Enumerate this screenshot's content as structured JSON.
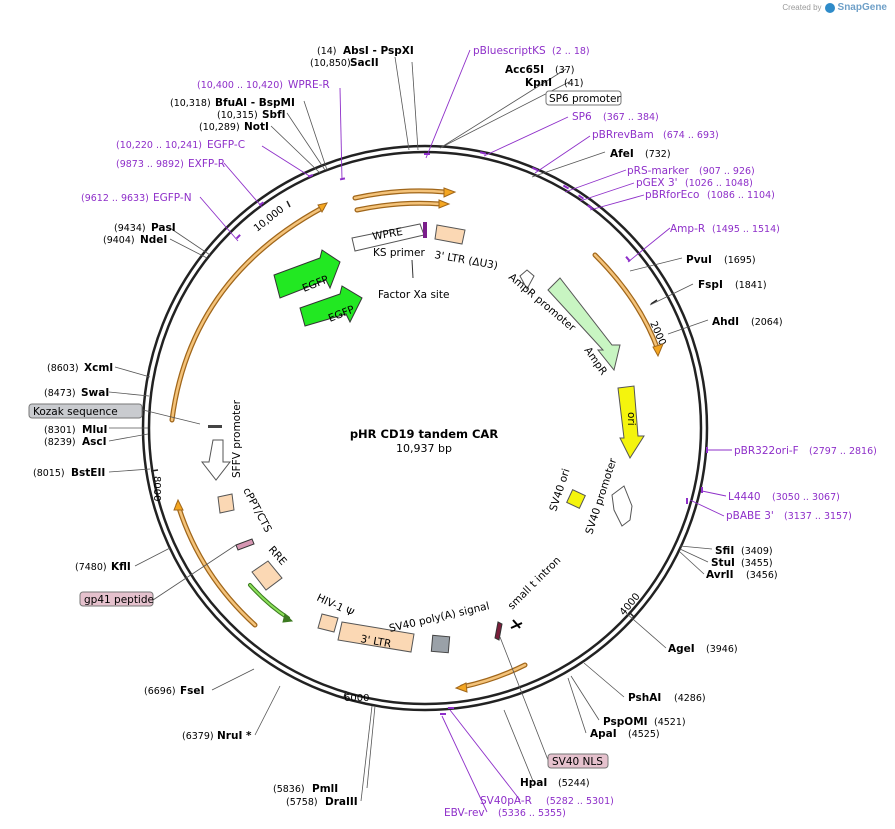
{
  "branding": {
    "created_by": "Created by",
    "name": "SnapGene"
  },
  "plasmid": {
    "name": "pHR CD19 tandem CAR",
    "length": "10,937 bp"
  },
  "ticks": [
    "2000",
    "4000",
    "6000",
    "8000",
    "10,000"
  ],
  "enzymes": [
    {
      "id": "absi-pspxi",
      "coord": "(14)",
      "name": "AbsI   - PspXI"
    },
    {
      "id": "sacii",
      "coord": "(10,850)",
      "name": "SacII"
    },
    {
      "id": "acc65i",
      "coord": "(37)",
      "name": "Acc65I"
    },
    {
      "id": "kpni",
      "coord": "(41)",
      "name": "KpnI"
    },
    {
      "id": "afei",
      "coord": "(732)",
      "name": "AfeI"
    },
    {
      "id": "pvui",
      "coord": "(1695)",
      "name": "PvuI"
    },
    {
      "id": "fspi",
      "coord": "(1841)",
      "name": "FspI"
    },
    {
      "id": "ahdi",
      "coord": "(2064)",
      "name": "AhdI"
    },
    {
      "id": "sfii",
      "coord": "(3409)",
      "name": "SfiI"
    },
    {
      "id": "stui",
      "coord": "(3455)",
      "name": "StuI"
    },
    {
      "id": "avrii",
      "coord": "(3456)",
      "name": "AvrII"
    },
    {
      "id": "agei",
      "coord": "(3946)",
      "name": "AgeI"
    },
    {
      "id": "pshai",
      "coord": "(4286)",
      "name": "PshAI"
    },
    {
      "id": "pspomi",
      "coord": "(4521)",
      "name": "PspOMI"
    },
    {
      "id": "apai",
      "coord": "(4525)",
      "name": "ApaI"
    },
    {
      "id": "hpai",
      "coord": "(5244)",
      "name": "HpaI"
    },
    {
      "id": "pmli",
      "coord": "(5836)",
      "name": "PmlI"
    },
    {
      "id": "draiii",
      "coord": "(5758)",
      "name": "DraIII"
    },
    {
      "id": "nrui",
      "coord": "(6379)",
      "name": "NruI *"
    },
    {
      "id": "fsei",
      "coord": "(6696)",
      "name": "FseI"
    },
    {
      "id": "kfli",
      "coord": "(7480)",
      "name": "KflI"
    },
    {
      "id": "bsteii",
      "coord": "(8015)",
      "name": "BstEII"
    },
    {
      "id": "asci",
      "coord": "(8239)",
      "name": "AscI"
    },
    {
      "id": "mlui",
      "coord": "(8301)",
      "name": "MluI"
    },
    {
      "id": "swai",
      "coord": "(8473)",
      "name": "SwaI"
    },
    {
      "id": "xcmi",
      "coord": "(8603)",
      "name": "XcmI"
    },
    {
      "id": "ndei",
      "coord": "(9404)",
      "name": "NdeI"
    },
    {
      "id": "pasi",
      "coord": "(9434)",
      "name": "PasI"
    },
    {
      "id": "noti",
      "coord": "(10,289)",
      "name": "NotI"
    },
    {
      "id": "sbfi",
      "coord": "(10,315)",
      "name": "SbfI"
    },
    {
      "id": "bfuai-bspmi",
      "coord": "(10,318)",
      "name": "BfuAI   - BspMI"
    }
  ],
  "primers": [
    {
      "id": "pbluescriptks",
      "name": "pBluescriptKS",
      "range": "(2 .. 18)"
    },
    {
      "id": "sp6",
      "name": "SP6",
      "range": "(367 .. 384)"
    },
    {
      "id": "pbrrevbam",
      "name": "pBRrevBam",
      "range": "(674 .. 693)"
    },
    {
      "id": "prs-marker",
      "name": "pRS-marker",
      "range": "(907 .. 926)"
    },
    {
      "id": "pgex3",
      "name": "pGEX 3'",
      "range": "(1026 .. 1048)"
    },
    {
      "id": "pbrforeco",
      "name": "pBRforEco",
      "range": "(1086 .. 1104)"
    },
    {
      "id": "amp-r",
      "name": "Amp-R",
      "range": "(1495 .. 1514)"
    },
    {
      "id": "pbr322ori-f",
      "name": "pBR322ori-F",
      "range": "(2797 .. 2816)"
    },
    {
      "id": "l4440",
      "name": "L4440",
      "range": "(3050 .. 3067)"
    },
    {
      "id": "pbabe3",
      "name": "pBABE 3'",
      "range": "(3137 .. 3157)"
    },
    {
      "id": "sv40pa-r",
      "name": "SV40pA-R",
      "range": "(5282 .. 5301)"
    },
    {
      "id": "ebv-rev",
      "name": "EBV-rev",
      "range": "(5336 .. 5355)"
    },
    {
      "id": "egfp-n",
      "name": "EGFP-N",
      "range": "(9612 .. 9633)"
    },
    {
      "id": "exfp-r",
      "name": "EXFP-R",
      "range": "(9873 .. 9892)"
    },
    {
      "id": "egfp-c",
      "name": "EGFP-C",
      "range": "(10,220 .. 10,241)"
    },
    {
      "id": "wpre-r",
      "name": "WPRE-R",
      "range": "(10,400 .. 10,420)"
    }
  ],
  "boxed_labels": {
    "sp6_promoter": "SP6 promoter",
    "kozak": "Kozak sequence",
    "gp41": "gp41 peptide",
    "sv40_nls": "SV40 NLS"
  },
  "features": {
    "wpre": "WPRE",
    "ks_primer": "KS primer",
    "ltr3_du3": "3' LTR (ΔU3)",
    "egfp1": "EGFP",
    "egfp2": "EGFP",
    "factor_xa": "Factor Xa site",
    "ampr_promoter": "AmpR promoter",
    "ampr": "AmpR",
    "ori": "ori",
    "sv40_ori": "SV40 ori",
    "sv40_promoter": "SV40 promoter",
    "small_t_intron": "small t intron",
    "sv40_polya": "SV40 poly(A) signal",
    "ltr3": "3' LTR",
    "hiv_psi": "HIV-1 Ψ",
    "rre": "RRE",
    "cppt": "cPPT/CTS",
    "sffv_promoter": "SFFV promoter"
  },
  "colors": {
    "primer": "#8e2fc9",
    "orf": "#f4a621",
    "egfp": "#22e822",
    "ampr": "#c8f5c2",
    "ori": "#f4f40d",
    "ltr": "#fbd8b4",
    "sv40_polya": "#9aa1a8",
    "kozak_box": "#c9cbcf",
    "gp41_box": "#e5c1cd"
  }
}
